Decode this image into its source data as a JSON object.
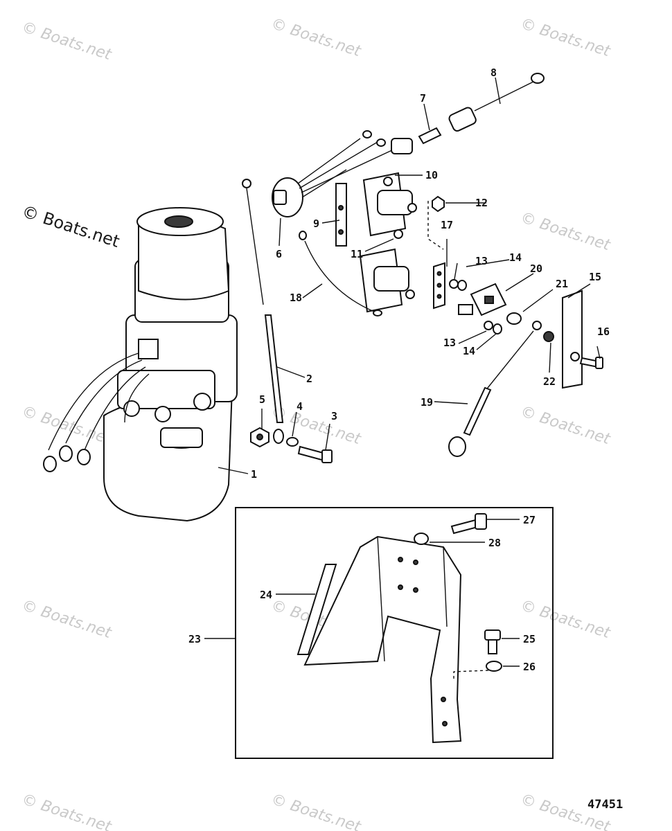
{
  "watermark_text": "© Boats.net",
  "figure_number": "47451",
  "callouts": [
    "1",
    "2",
    "3",
    "4",
    "5",
    "6",
    "7",
    "8",
    "9",
    "10",
    "11",
    "12",
    "13",
    "13",
    "14",
    "14",
    "15",
    "16",
    "17",
    "18",
    "19",
    "20",
    "21",
    "22",
    "23",
    "24",
    "25",
    "26",
    "27",
    "28"
  ]
}
